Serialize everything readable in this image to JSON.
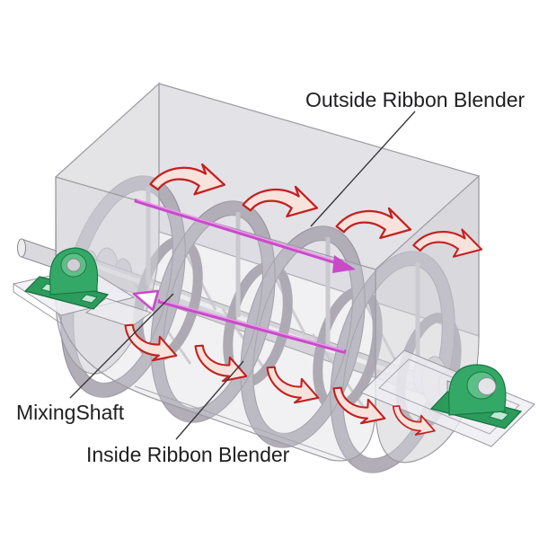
{
  "diagram": {
    "type": "ribbon-blender-cutaway-illustration",
    "labels": {
      "outside_ribbon": "Outside Ribbon Blender",
      "mixing_shaft": "MixingShaft",
      "inside_ribbon": "Inside Ribbon Blender"
    },
    "annotations": {
      "rotation_arrows_top_count": 4,
      "rotation_arrows_bottom_count": 5,
      "rotation_arrow_color": "#c32020",
      "flow_arrow_outer": {
        "color": "#c94ac9",
        "style": "solid-head",
        "direction": "right-down-along-axis"
      },
      "flow_arrow_inner": {
        "color": "#c94ac9",
        "style": "outline-head",
        "direction": "left-up-along-axis"
      }
    },
    "colors": {
      "trough_wall": "#d6d6db",
      "trough_edge": "#9b9ba1",
      "ribbon_metal": "#b2aeb8",
      "shaft_metal": "#d4d4d9",
      "bearing_green": "#34a866",
      "bearing_green_dark": "#177a44",
      "label_text": "#202022",
      "leader_line": "#38383c",
      "background": "#ffffff"
    }
  }
}
